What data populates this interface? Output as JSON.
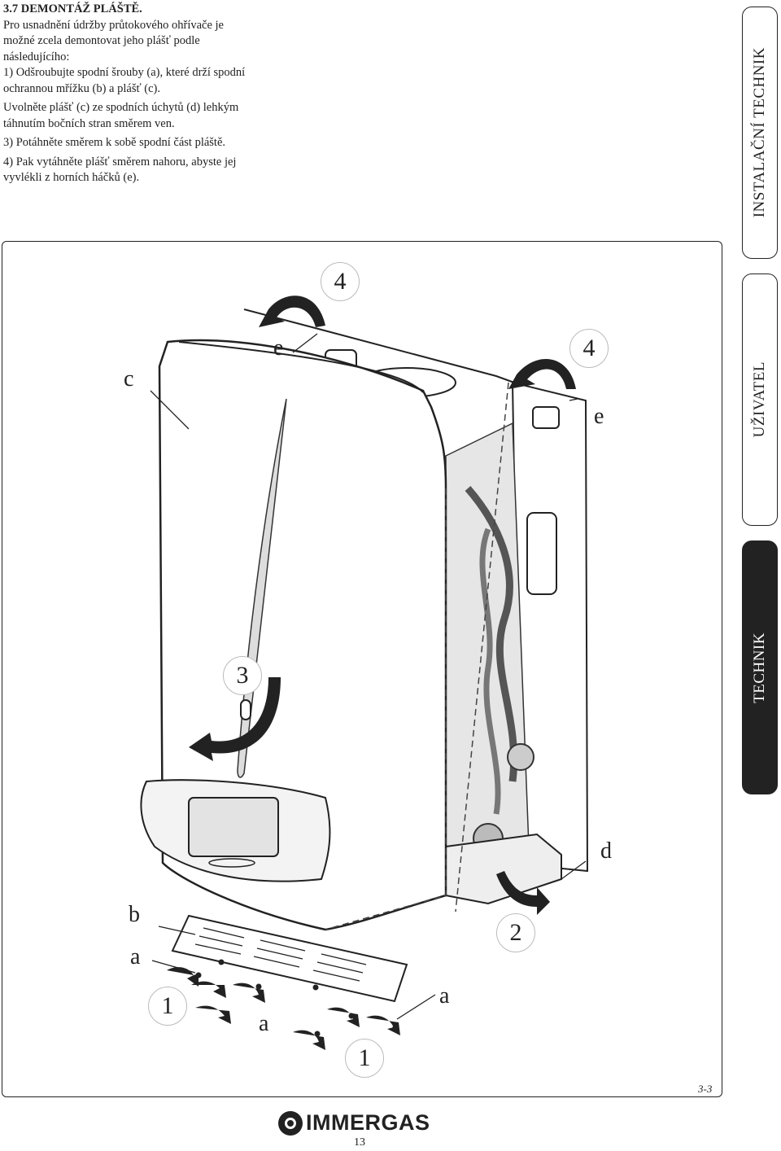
{
  "section": {
    "heading": "3.7 DEMONTÁŽ PLÁŠTĚ.",
    "intro": "Pro usnadnění údržby průtokového ohřívače je možné zcela demontovat jeho plášť podle následujícího:",
    "steps": [
      "1) Odšroubujte spodní šrouby (a), které drží spodní ochrannou mřížku (b) a plášť (c).",
      "Uvolněte plášť (c) ze spodních úchytů (d) lehkým táhnutím bočních stran směrem ven.",
      "3) Potáhněte směrem k sobě spodní část pláště.",
      "4) Pak vytáhněte plášť směrem nahoru, abyste jej vyvlékli z horních háčků (e)."
    ]
  },
  "figure": {
    "code": "3-3",
    "labels": {
      "c": "c",
      "e1": "e",
      "e2": "e",
      "d": "d",
      "b": "b",
      "a1": "a",
      "a2": "a",
      "a3": "a",
      "step4a": "4",
      "step4b": "4",
      "step3": "3",
      "step2": "2",
      "step1a": "1",
      "step1b": "1"
    }
  },
  "side_tabs": {
    "installer": "INSTALAČNÍ TECHNIK",
    "user": "UŽIVATEL",
    "technician": "TECHNIK"
  },
  "footer": {
    "brand": "IMMERGAS",
    "page_number": "13"
  }
}
